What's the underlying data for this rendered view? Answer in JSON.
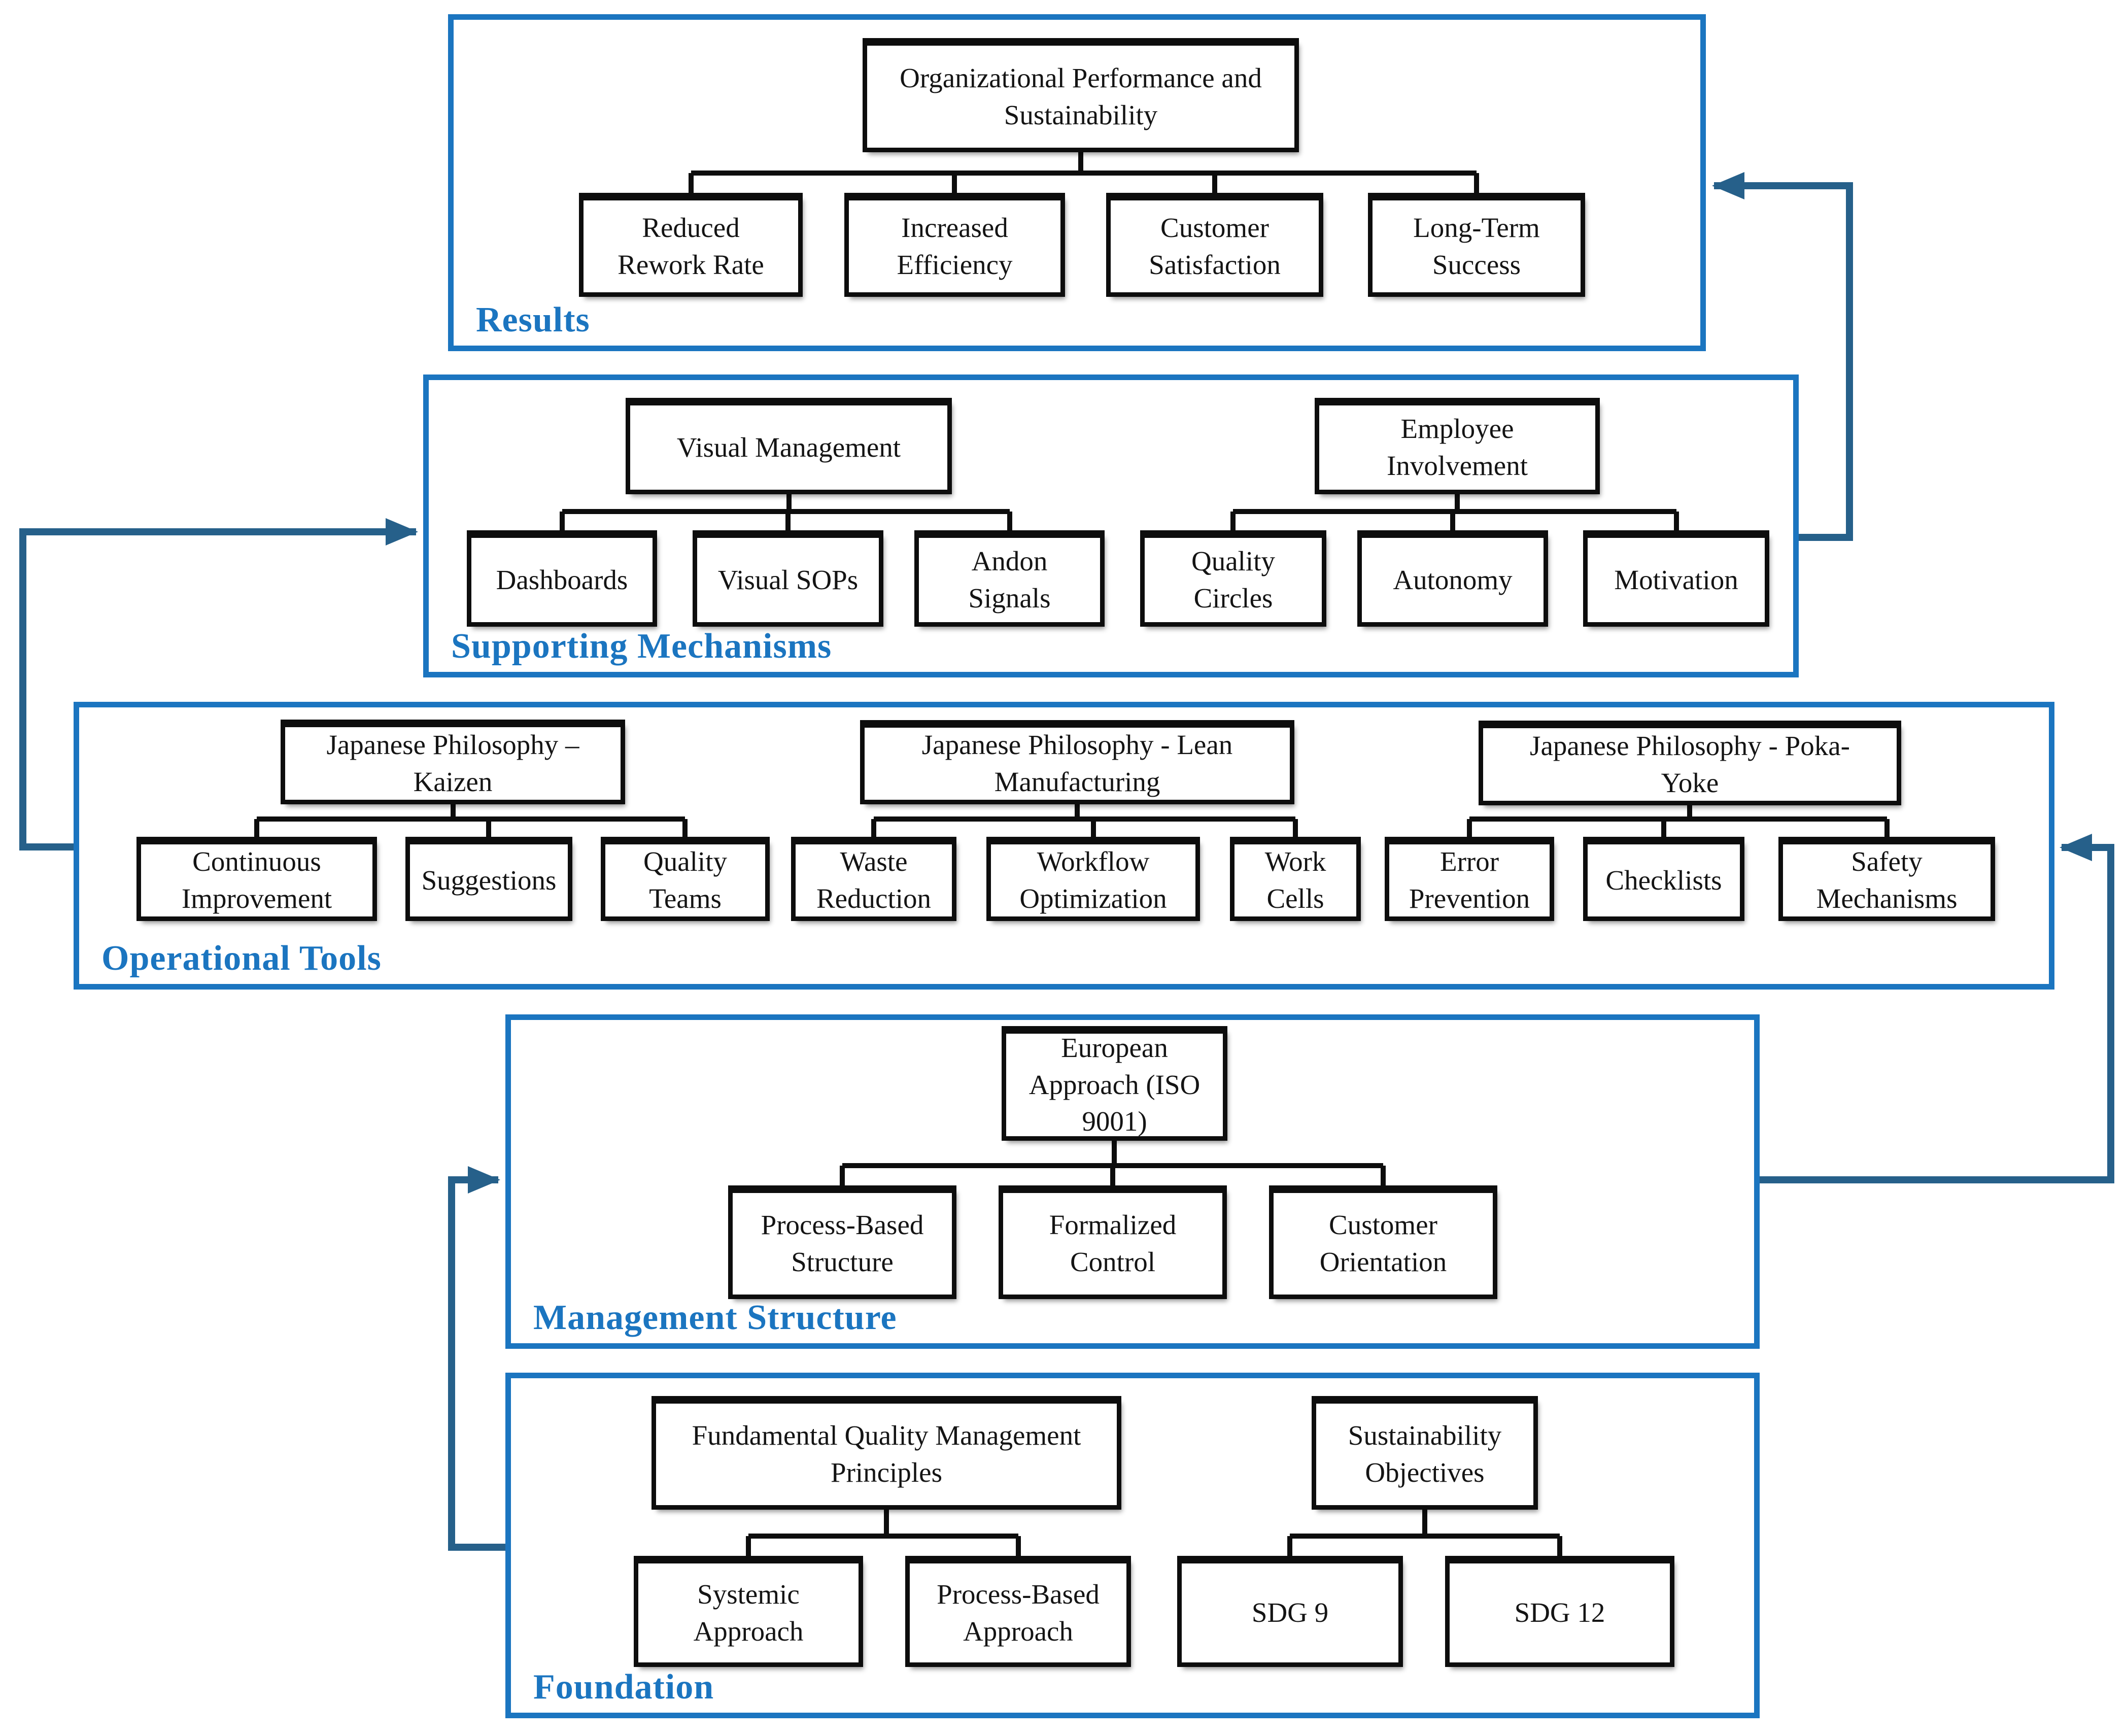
{
  "figure": {
    "type": "layered hierarchy diagram",
    "flow_direction": "Foundation -> Management Structure -> Operational Tools -> Supporting Mechanisms -> Results"
  },
  "colors": {
    "section_border": "#1b75c0",
    "section_label": "#1b75c0",
    "arrow": "#26608a",
    "box_border": "#0d0d0d",
    "box_fill": "#ffffff",
    "text": "#141414",
    "background": "#ffffff"
  },
  "sections": [
    {
      "label": "Results",
      "trees": [
        {
          "root": "Organizational Performance and\nSustainability",
          "children": [
            "Reduced\nRework Rate",
            "Increased\nEfficiency",
            "Customer\nSatisfaction",
            "Long-Term\nSuccess"
          ]
        }
      ]
    },
    {
      "label": "Supporting Mechanisms",
      "trees": [
        {
          "root": "Visual Management",
          "children": [
            "Dashboards",
            "Visual SOPs",
            "Andon\nSignals"
          ]
        },
        {
          "root": "Employee\nInvolvement",
          "children": [
            "Quality\nCircles",
            "Autonomy",
            "Motivation"
          ]
        }
      ]
    },
    {
      "label": "Operational Tools",
      "trees": [
        {
          "root": "Japanese Philosophy –\nKaizen",
          "children": [
            "Continuous\nImprovement",
            "Suggestions",
            "Quality\nTeams"
          ]
        },
        {
          "root": "Japanese Philosophy - Lean\nManufacturing",
          "children": [
            "Waste\nReduction",
            "Workflow\nOptimization",
            "Work\nCells"
          ]
        },
        {
          "root": "Japanese Philosophy - Poka-\nYoke",
          "children": [
            "Error\nPrevention",
            "Checklists",
            "Safety\nMechanisms"
          ]
        }
      ]
    },
    {
      "label": "Management Structure",
      "trees": [
        {
          "root": "European\nApproach (ISO\n9001)",
          "children": [
            "Process-Based\nStructure",
            "Formalized\nControl",
            "Customer\nOrientation"
          ]
        }
      ]
    },
    {
      "label": "Foundation",
      "trees": [
        {
          "root": "Fundamental Quality Management\nPrinciples",
          "children": [
            "Systemic\nApproach",
            "Process-Based\nApproach"
          ]
        },
        {
          "root": "Sustainability\nObjectives",
          "children": [
            "SDG 9",
            "SDG 12"
          ]
        }
      ]
    }
  ],
  "arrows": [
    {
      "from": "Foundation",
      "to": "Management Structure"
    },
    {
      "from": "Management Structure",
      "to": "Operational Tools"
    },
    {
      "from": "Operational Tools",
      "to": "Supporting Mechanisms"
    },
    {
      "from": "Supporting Mechanisms",
      "to": "Results"
    }
  ]
}
